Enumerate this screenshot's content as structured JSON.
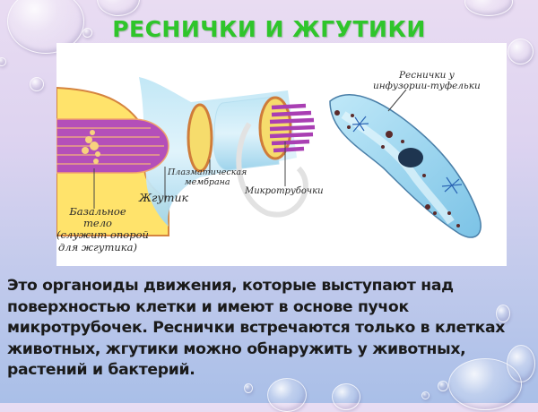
{
  "slide": {
    "title": "РЕСНИЧКИ И ЖГУТИКИ",
    "colors": {
      "title": "#2fc52b",
      "background_top": "#e9dcf2",
      "background_bottom": "#a9bfe8",
      "text": "#1a1a1a"
    }
  },
  "figure": {
    "flagellum_diagram": {
      "labels": {
        "basal_body": [
          "Базальное",
          "тело",
          "(служит опорой",
          "для жгутика)"
        ],
        "flagellum": "Жгутик",
        "plasma_membrane": [
          "Плазматическая",
          "мембрана"
        ],
        "microtubules": "Микротрубочки"
      }
    },
    "paramecium_diagram": {
      "label": [
        "Реснички у",
        "инфузории-туфельки"
      ]
    }
  },
  "body": {
    "lines": [
      "Это органоиды движения, которые выступают над",
      "поверхностью клетки и имеют в основе пучок",
      "микротрубочек. Реснички встречаются только в клетках",
      "животных, жгутики можно обнаружить у животных,",
      "растений и бактерий."
    ]
  }
}
